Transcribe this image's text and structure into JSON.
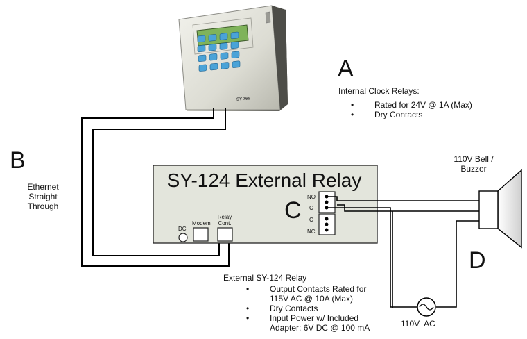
{
  "labels": {
    "a": "A",
    "b": "B",
    "c": "C",
    "d": "D"
  },
  "clock": {
    "title": "Internal Clock Relays:",
    "bullets": [
      "Rated for 24V @ 1A (Max)",
      "Dry Contacts"
    ],
    "model": "SY-765"
  },
  "ethernet": {
    "lines": [
      "Ethernet",
      "Straight",
      "Through"
    ]
  },
  "relay": {
    "title": "SY-124 External Relay",
    "dc": "DC",
    "modem": "Modem",
    "relay_cont": [
      "Relay",
      "Cont."
    ],
    "terminals_top": [
      "NO",
      "C"
    ],
    "terminals_bottom": [
      "C",
      "NC"
    ]
  },
  "bell": {
    "lines": [
      "110V Bell /",
      "Buzzer"
    ]
  },
  "ac": {
    "label": "110V  AC"
  },
  "external": {
    "title": "External SY-124 Relay",
    "bullets": [
      [
        "Output Contacts Rated for",
        "115V AC @ 10A (Max)"
      ],
      [
        "Dry Contacts"
      ],
      [
        "Input Power w/ Included",
        "Adapter: 6V DC @ 100 mA"
      ]
    ]
  },
  "colors": {
    "relay_box": "#e3e5dc",
    "device_body": "#e4e4dd",
    "lcd": "#7fb35a",
    "key": "#4aa3d8",
    "wire": "#000000"
  }
}
